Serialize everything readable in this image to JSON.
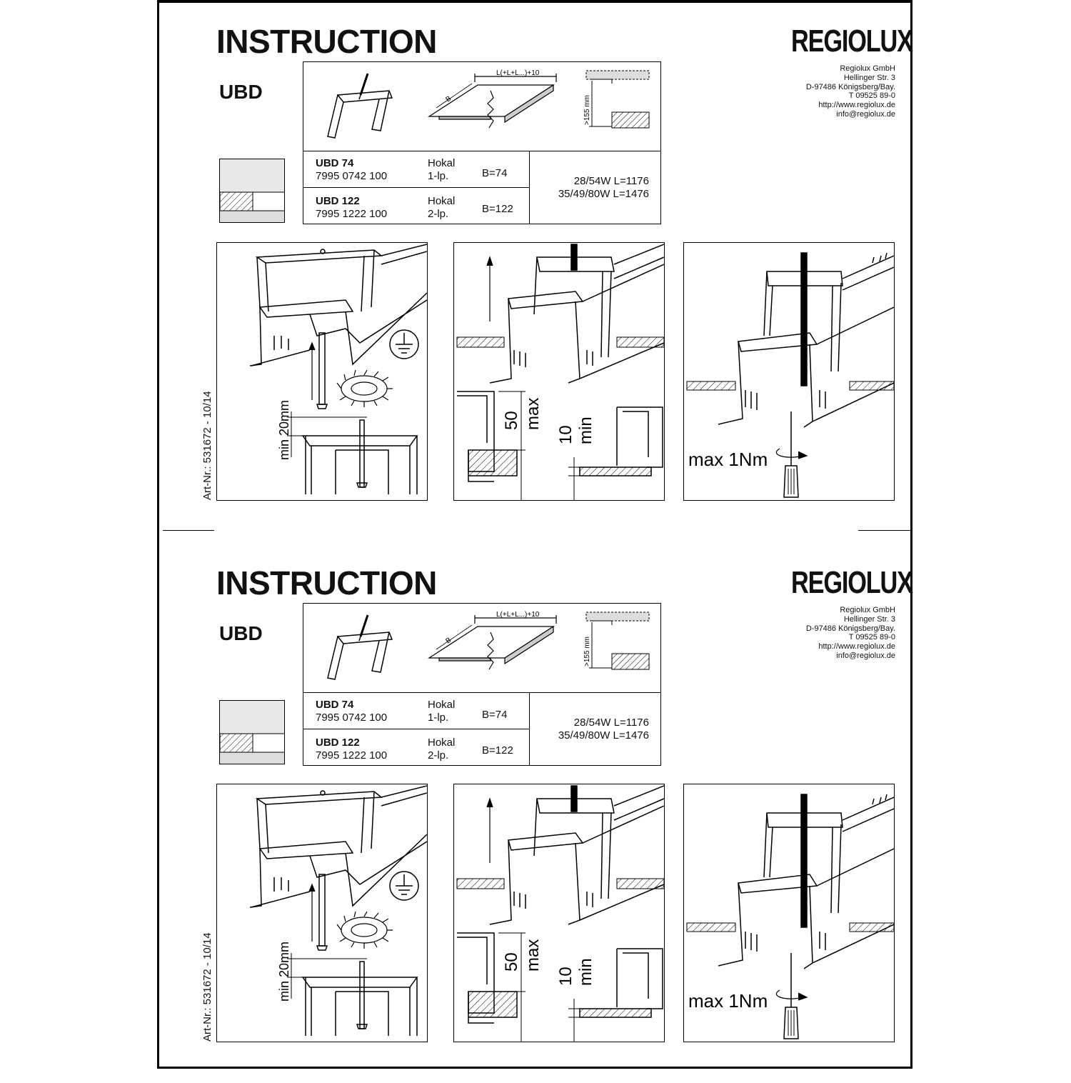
{
  "sheets": [
    {
      "title": "INSTRUCTION",
      "brand": "REGIOLUX",
      "model": "UBD",
      "address": [
        "Regiolux GmbH",
        "Hellinger Str. 3",
        "D-97486 Königsberg/Bay.",
        "T 09525 89-0",
        "http://www.regiolux.de",
        "info@regiolux.de"
      ],
      "diagram": {
        "length_label": "L(+L+L...)+10",
        "width_label": "B",
        "height_label": ">155 mm"
      },
      "products": [
        {
          "name": "UBD 74",
          "code": "7995 0742 100",
          "finish": "Hokal",
          "lamps": "1-lp.",
          "width": "B=74"
        },
        {
          "name": "UBD 122",
          "code": "7995 1222 100",
          "finish": "Hokal",
          "lamps": "2-lp.",
          "width": "B=122"
        }
      ],
      "lengths": [
        "28/54W  L=1176",
        "35/49/80W  L=1476"
      ],
      "art_nr": "Art-Nr.: 531672 - 10/14",
      "step1": {
        "label": "min 20mm"
      },
      "step2": {
        "max_value": "50",
        "max_label": "max",
        "min_value": "10",
        "min_label": "min"
      },
      "step3": {
        "torque": "max 1Nm"
      }
    },
    {
      "title": "INSTRUCTION",
      "brand": "REGIOLUX",
      "model": "UBD",
      "address": [
        "Regiolux GmbH",
        "Hellinger Str. 3",
        "D-97486 Königsberg/Bay.",
        "T 09525 89-0",
        "http://www.regiolux.de",
        "info@regiolux.de"
      ],
      "diagram": {
        "length_label": "L(+L+L...)+10",
        "width_label": "B",
        "height_label": ">155 mm"
      },
      "products": [
        {
          "name": "UBD 74",
          "code": "7995 0742 100",
          "finish": "Hokal",
          "lamps": "1-lp.",
          "width": "B=74"
        },
        {
          "name": "UBD 122",
          "code": "7995 1222 100",
          "finish": "Hokal",
          "lamps": "2-lp.",
          "width": "B=122"
        }
      ],
      "lengths": [
        "28/54W  L=1176",
        "35/49/80W  L=1476"
      ],
      "art_nr": "Art-Nr.: 531672 - 10/14",
      "step1": {
        "label": "min 20mm"
      },
      "step2": {
        "max_value": "50",
        "max_label": "max",
        "min_value": "10",
        "min_label": "min"
      },
      "step3": {
        "torque": "max 1Nm"
      }
    }
  ]
}
